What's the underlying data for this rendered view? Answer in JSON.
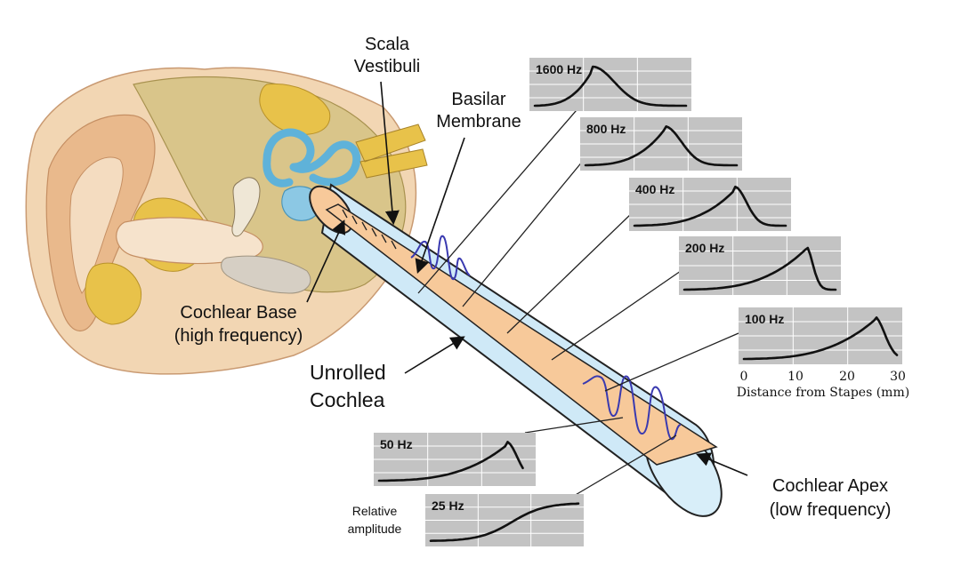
{
  "colors": {
    "tube_fill": "#cfe9f7",
    "tube_stroke": "#222222",
    "membrane_fill": "#f7c99a",
    "panel_fill": "#c3c3c3",
    "panel_grid": "#ffffff",
    "curve": "#111111",
    "wave": "#3a3ab0",
    "skin": "#f2d6b3",
    "bone": "#d9c58a",
    "fat": "#e8c24a",
    "canal": "#8cc8e4"
  },
  "labels": {
    "scala_vestibuli": [
      "Scala",
      "Vestibuli"
    ],
    "basilar_membrane": [
      "Basilar",
      "Membrane"
    ],
    "cochlear_base": [
      "Cochlear Base",
      "(high frequency)"
    ],
    "unrolled_cochlea": [
      "Unrolled",
      "Cochlea"
    ],
    "cochlear_apex": [
      "Cochlear Apex",
      "(low frequency)"
    ],
    "relative_amplitude": [
      "Relative",
      "amplitude"
    ]
  },
  "axis": {
    "title": "Distance from Stapes (mm)",
    "ticks": [
      "0",
      "10",
      "20",
      "30"
    ]
  },
  "panels": [
    {
      "freq": "1600 Hz",
      "peak": 0.38,
      "decay": "sharp"
    },
    {
      "freq": "800 Hz",
      "peak": 0.52,
      "decay": "sharp"
    },
    {
      "freq": "400 Hz",
      "peak": 0.66,
      "decay": "sharp"
    },
    {
      "freq": "200 Hz",
      "peak": 0.8,
      "decay": "sharp"
    },
    {
      "freq": "100 Hz",
      "peak": 0.85,
      "decay": "medium"
    },
    {
      "freq": "50 Hz",
      "peak": 0.84,
      "decay": "cut"
    },
    {
      "freq": "25 Hz",
      "peak": 1.0,
      "decay": "none"
    }
  ]
}
